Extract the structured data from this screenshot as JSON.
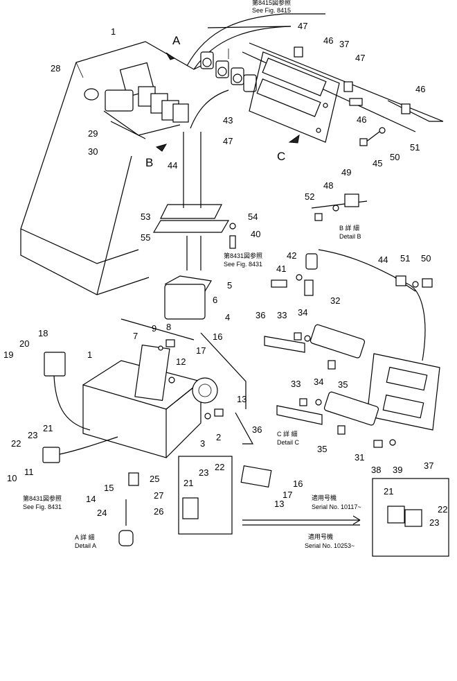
{
  "callouts": [
    "1",
    "28",
    "29",
    "30",
    "43",
    "44",
    "47",
    "46",
    "37",
    "47",
    "47",
    "46",
    "46",
    "51",
    "50",
    "45",
    "49",
    "48",
    "52",
    "53",
    "55",
    "54",
    "40",
    "42",
    "41",
    "44",
    "51",
    "50",
    "5",
    "6",
    "4",
    "36",
    "33",
    "34",
    "32",
    "18",
    "20",
    "19",
    "7",
    "9",
    "8",
    "12",
    "17",
    "16",
    "1",
    "13",
    "21",
    "23",
    "22",
    "10",
    "11",
    "3",
    "2",
    "15",
    "14",
    "25",
    "27",
    "26",
    "24",
    "33",
    "34",
    "35",
    "36",
    "35",
    "31",
    "38",
    "39",
    "37",
    "21",
    "23",
    "22",
    "16",
    "17",
    "13",
    "21",
    "22",
    "23"
  ],
  "view_markers": [
    "A",
    "B",
    "C"
  ],
  "references": [
    {
      "jp": "第8415図参照",
      "en": "See Fig. 8415"
    },
    {
      "jp": "第8431図参照",
      "en": "See Fig. 8431"
    },
    {
      "jp": "第8431図参照",
      "en": "See Fig. 8431"
    }
  ],
  "details": [
    {
      "jp": "B 詳 細",
      "en": "Detail B"
    },
    {
      "jp": "C 詳 細",
      "en": "Detail C"
    },
    {
      "jp": "A 詳 細",
      "en": "Detail A"
    }
  ],
  "serials": [
    {
      "jp": "適用号機",
      "en": "Serial No. 10117~"
    },
    {
      "jp": "適用号機",
      "en": "Serial No. 10253~"
    }
  ]
}
